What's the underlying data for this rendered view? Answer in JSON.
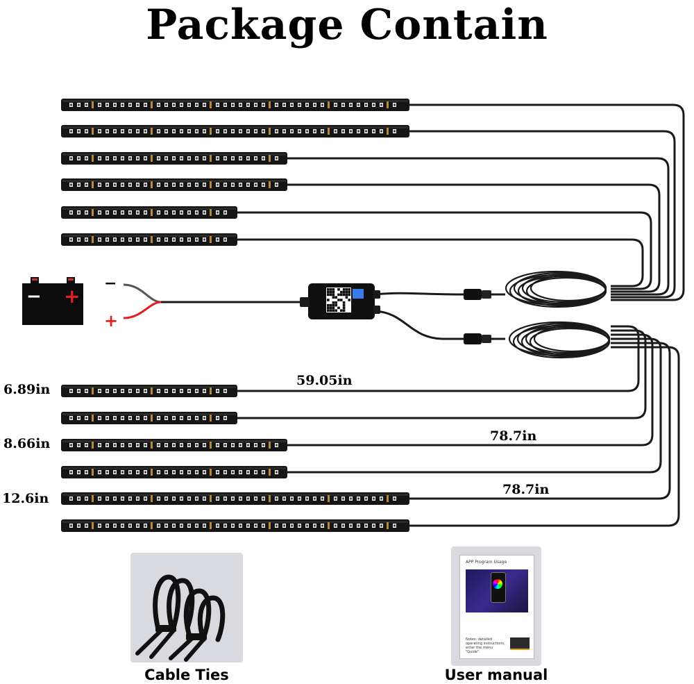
{
  "title": "Package Contain",
  "dimensions": {
    "strip_short": "6.89in",
    "strip_medium": "8.66in",
    "strip_long": "12.6in",
    "cable_short": "59.05in",
    "cable_medium": "78.7in",
    "cable_long": "78.7in"
  },
  "battery": {
    "minus_sign": "−",
    "plus_sign": "+",
    "lead_minus": "−",
    "lead_plus": "+"
  },
  "accessories": {
    "cable_ties_label": "Cable Ties",
    "manual_label": "User manual",
    "manual_heading": "APP Program Usage",
    "manual_notes": "Notes: detailed operating instructions, enter the menu \"Guide\"."
  },
  "colors": {
    "strip": "#151515",
    "led_white": "#f2f2f2",
    "led_amber": "#b88a3a",
    "wire": "#1a1a1a",
    "red": "#e02020",
    "accessory_bg": "#d8dadf"
  }
}
